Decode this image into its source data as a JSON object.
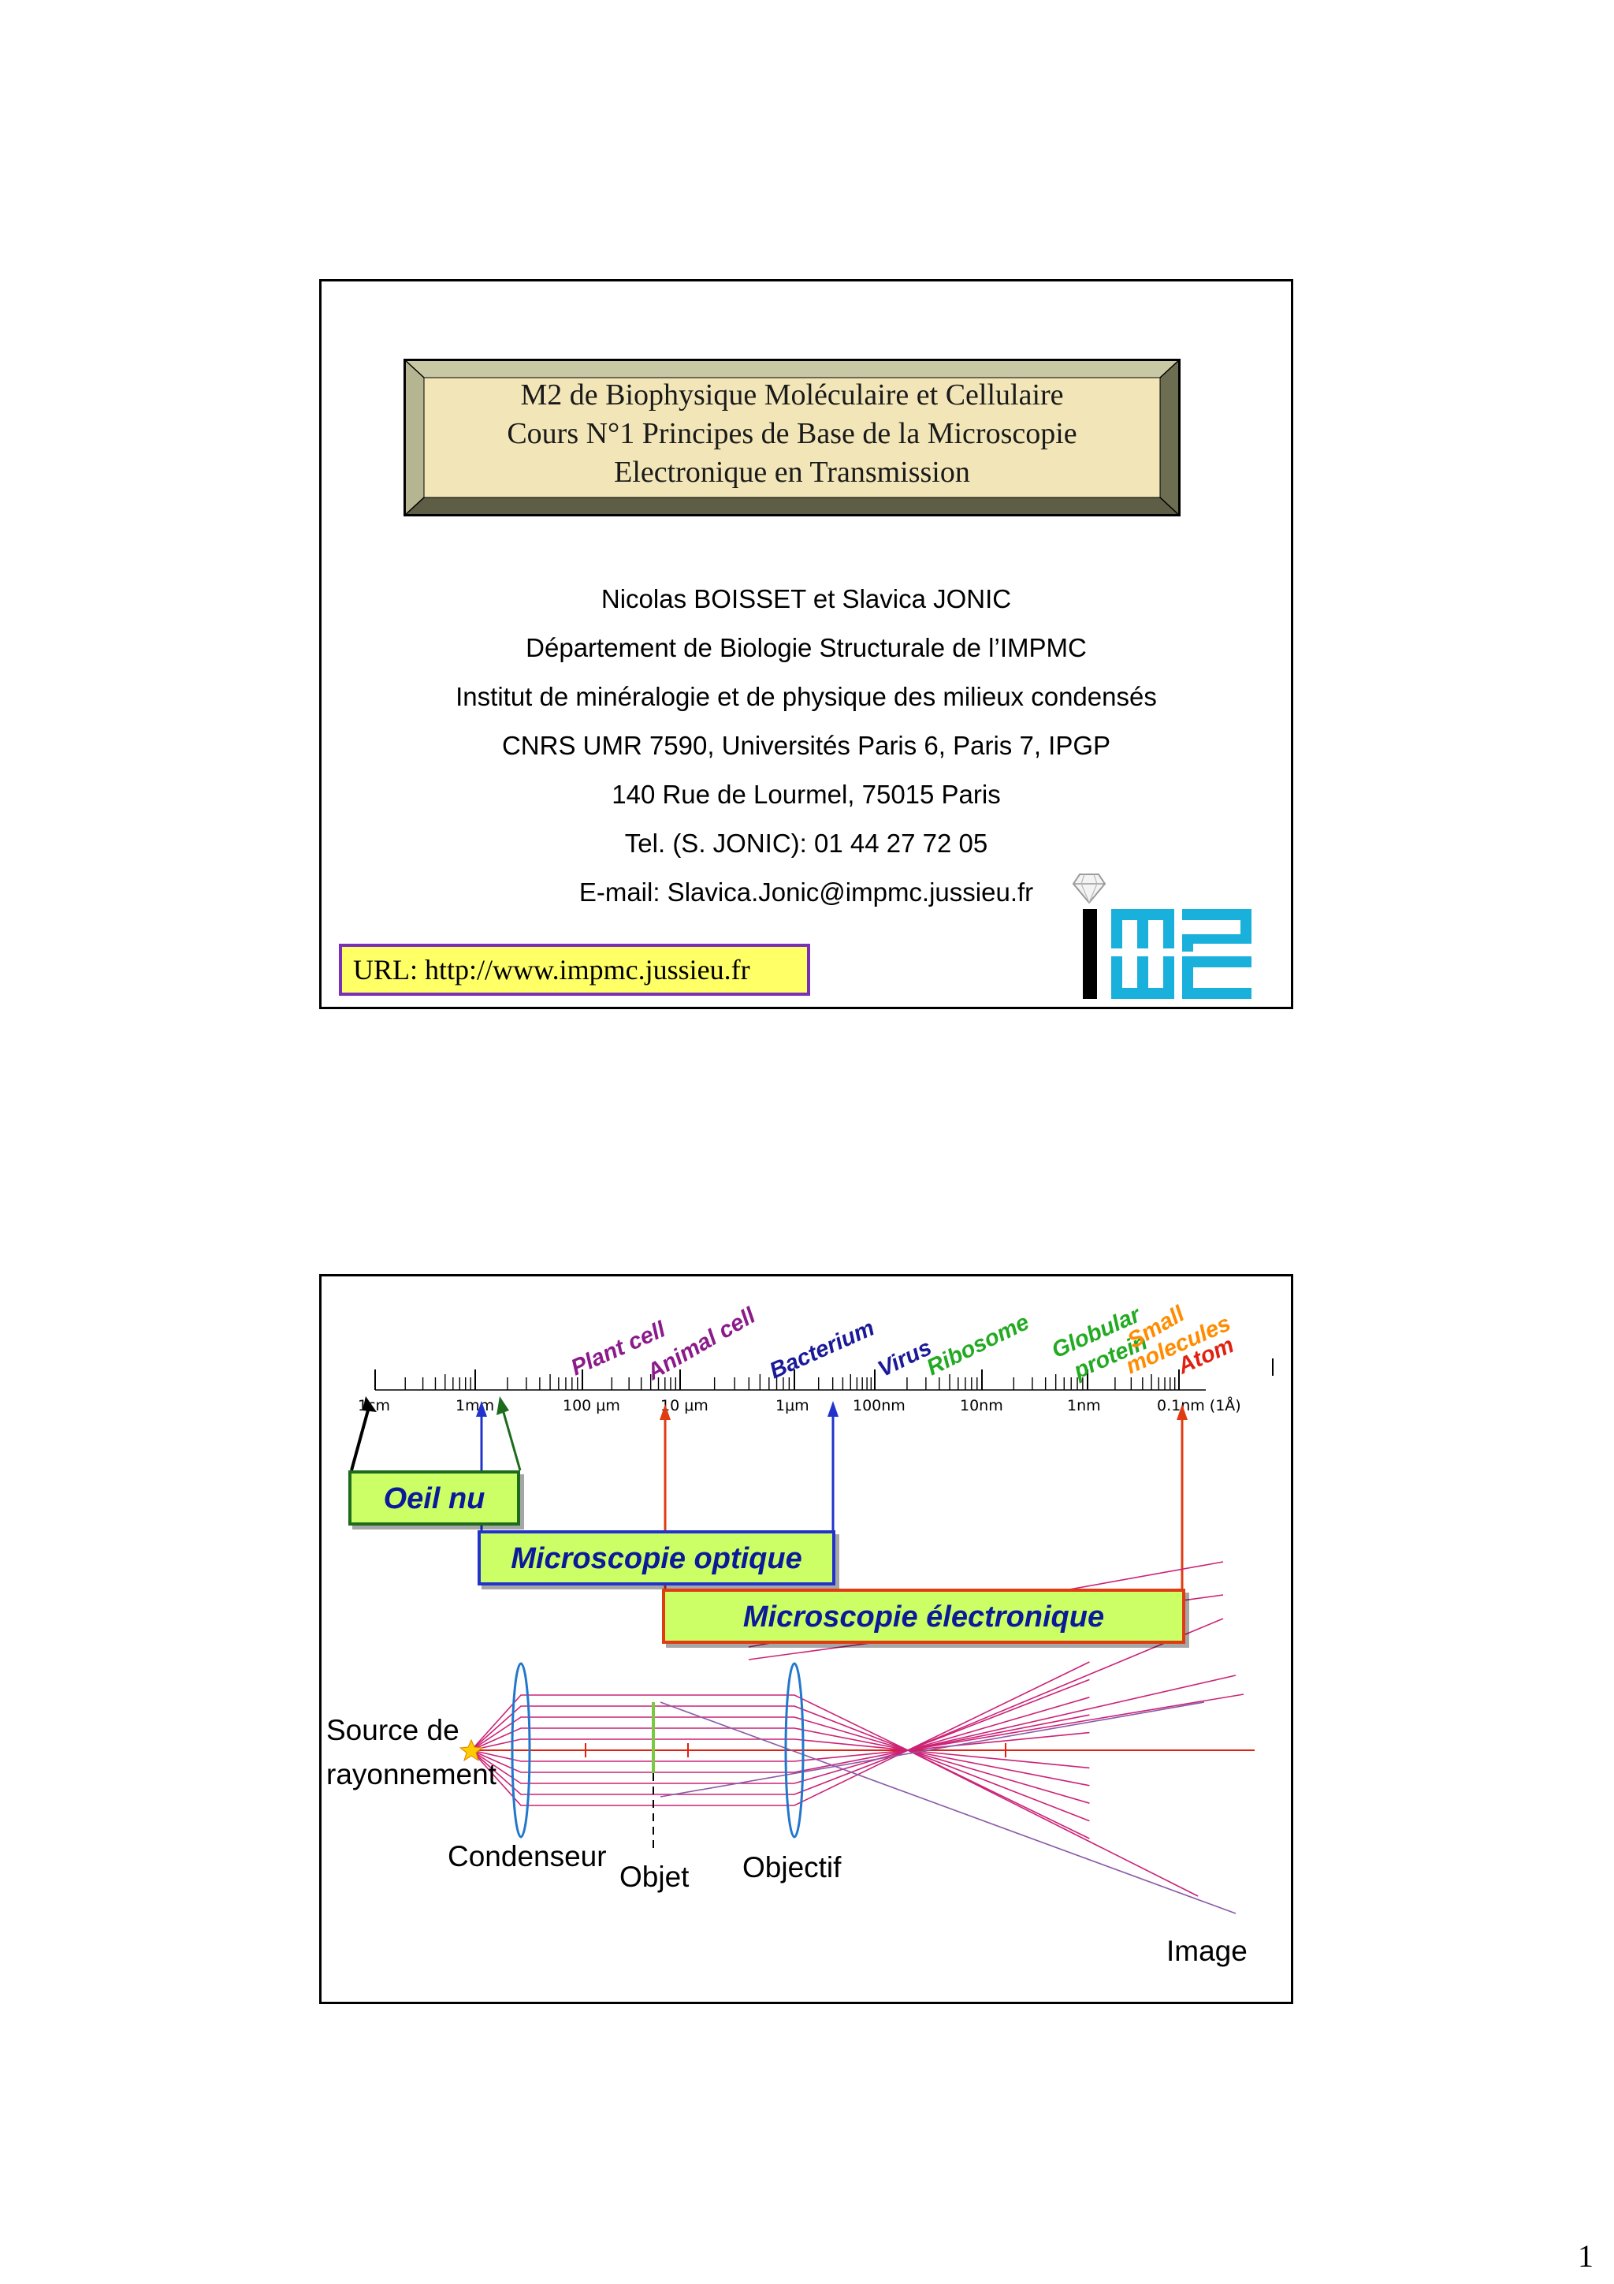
{
  "slide1": {
    "title_lines": [
      "M2 de Biophysique Moléculaire et Cellulaire",
      "Cours N°1 Principes de Base de la Microscopie",
      "Electronique en Transmission"
    ],
    "authors": "Nicolas BOISSET et Slavica JONIC",
    "department": "Département de Biologie Structurale de l’IMPMC",
    "institute": "Institut de minéralogie et de physique des milieux condensés",
    "affiliation": "CNRS UMR 7590, Universités Paris 6, Paris 7, IPGP",
    "address": "140 Rue de Lourmel, 75015 Paris",
    "phone": "Tel. (S. JONIC): 01 44 27 72 05",
    "email": "E-mail: Slavica.Jonic@impmc.jussieu.fr",
    "url": "URL: http://www.impmc.jussieu.fr",
    "logo": "impmc-logo",
    "colors": {
      "plaque": "#f2e6b8",
      "plaque_bevel": "#8f8f6c",
      "url_bg": "#ffff66",
      "url_border": "#7a2fb8",
      "logo_blue": "#1ab0dc"
    }
  },
  "slide2": {
    "scale_ticks": [
      "1cm",
      "1mm",
      "100 μm",
      "10 μm",
      "1μm",
      "100nm",
      "10nm",
      "1nm",
      "0.1nm (1Å)"
    ],
    "objects": [
      {
        "name": "Plant cell",
        "color": "#8b1a8b"
      },
      {
        "name": "Animal cell",
        "color": "#8b1a8b"
      },
      {
        "name": "Bacterium",
        "color": "#1a1a99"
      },
      {
        "name": "Virus",
        "color": "#1a1a99"
      },
      {
        "name": "Ribosome",
        "color": "#22aa22"
      },
      {
        "name": "Globular protein",
        "color": "#22aa22"
      },
      {
        "name": "Small molecules",
        "color": "#ff8c00"
      },
      {
        "name": "Atom",
        "color": "#e02010"
      }
    ],
    "ranges": [
      {
        "label": "Oeil nu",
        "color": "#1d6b1d"
      },
      {
        "label": "Microscopie optique",
        "color": "#2233cc"
      },
      {
        "label": "Microscopie électronique",
        "color": "#e03c14"
      }
    ],
    "optics_labels": {
      "source_line1": "Source de",
      "source_line2": "rayonnement",
      "condenser": "Condenseur",
      "object": "Objet",
      "objective": "Objectif",
      "image": "Image"
    }
  },
  "page_number": "1"
}
